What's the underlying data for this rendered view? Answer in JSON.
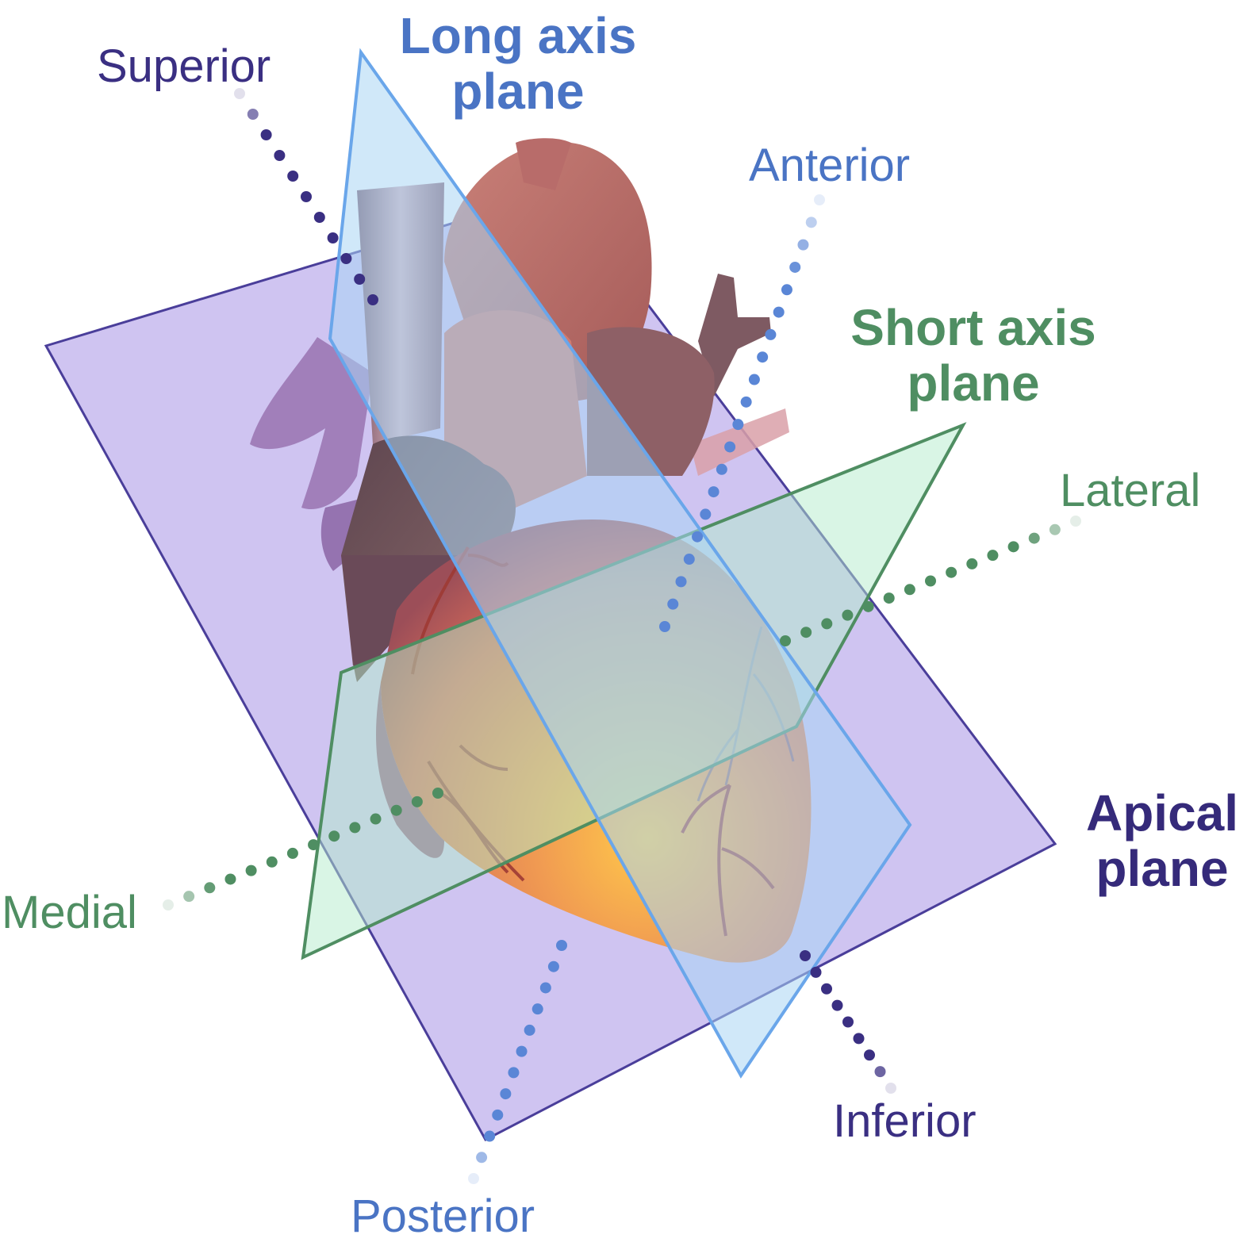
{
  "colors": {
    "long_axis": "#4a74c4",
    "short_axis": "#4f8e62",
    "apical": "#352a7a",
    "vertical_axis": "#3a2f82",
    "anterior_posterior_axis": "#5a86d6",
    "medial_lateral_axis": "#4f8e62",
    "apical_plane_fill": "#c4b7ee",
    "long_axis_plane_fill": "#a9d6f4",
    "short_axis_plane_fill": "#b4ebcc"
  },
  "planes": {
    "long_axis": {
      "line1": "Long axis",
      "line2": "plane"
    },
    "short_axis": {
      "line1": "Short axis",
      "line2": "plane"
    },
    "apical": {
      "line1": "Apical",
      "line2": "plane"
    }
  },
  "directions": {
    "superior": "Superior",
    "inferior": "Inferior",
    "anterior": "Anterior",
    "posterior": "Posterior",
    "medial": "Medial",
    "lateral": "Lateral"
  },
  "illustration": {
    "subject": "heart-icon"
  }
}
